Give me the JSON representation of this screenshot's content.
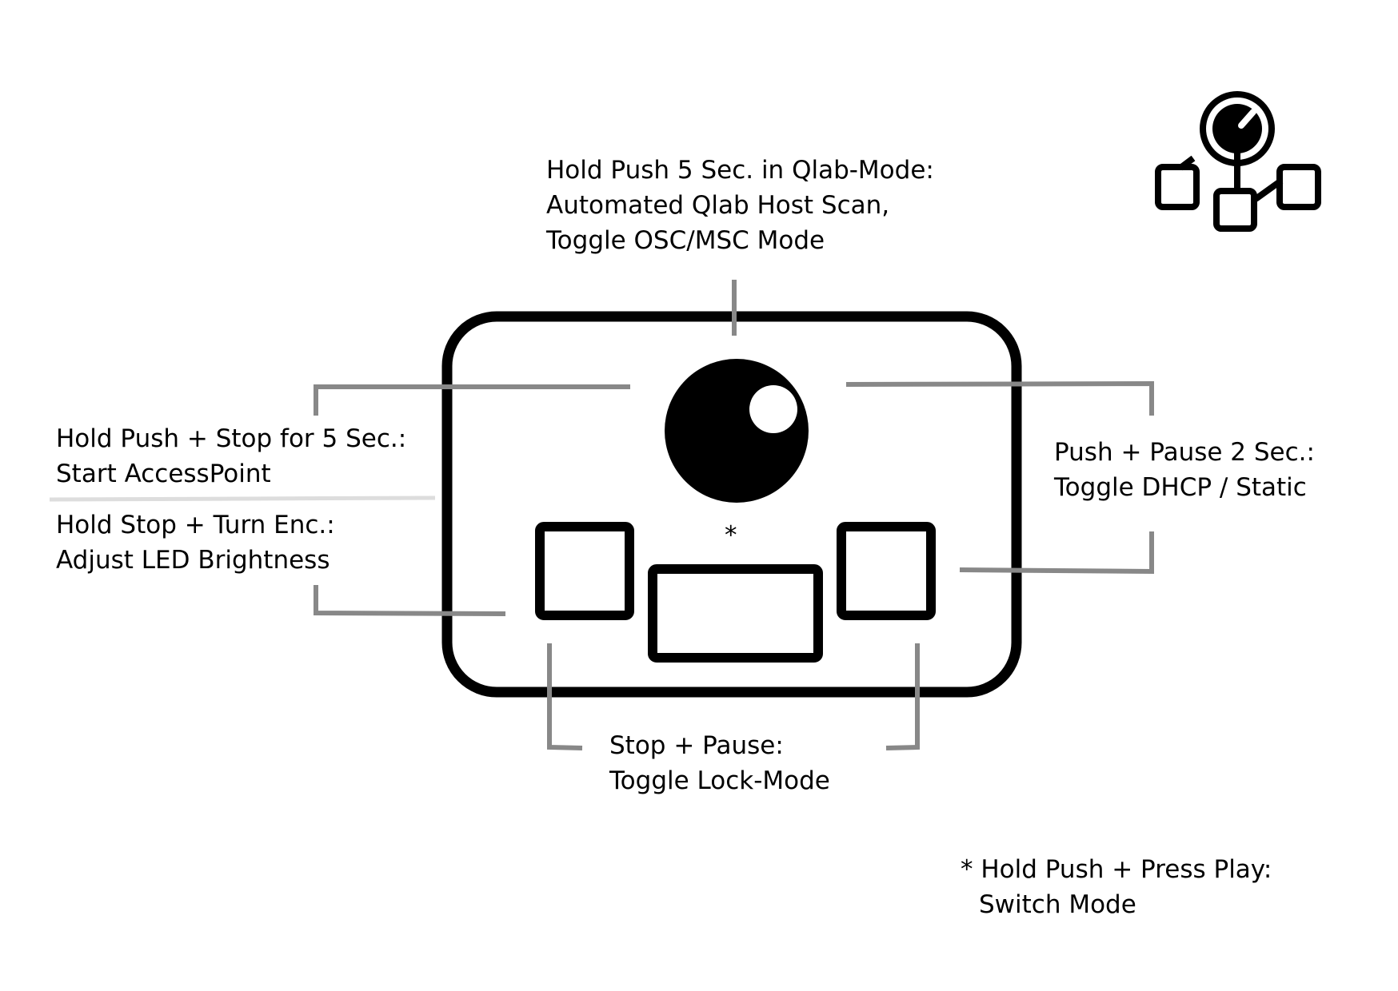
{
  "labels": {
    "top": [
      "Hold Push 5 Sec. in Qlab-Mode:",
      "Automated Qlab Host Scan,",
      "Toggle OSC/MSC Mode"
    ],
    "left_a": [
      "Hold Push + Stop for 5 Sec.:",
      "Start AccessPoint"
    ],
    "left_b": [
      "Hold Stop + Turn Enc.:",
      "Adjust LED Brightness"
    ],
    "right": [
      "Push + Pause 2 Sec.:",
      "Toggle DHCP / Static"
    ],
    "bottom": [
      "Stop + Pause:",
      "Toggle Lock-Mode"
    ],
    "footnote": [
      "* Hold Push + Press Play:",
      "Switch Mode"
    ],
    "asterisk": "*"
  },
  "icons": {
    "logo": "network-knob-icon",
    "encoder": "rotary-encoder-knob",
    "buttons": [
      "stop-button",
      "play-button",
      "pause-button"
    ]
  },
  "colors": {
    "outline": "#000000",
    "callout_line": "#888888",
    "divider": "#dddddd",
    "background": "#ffffff"
  }
}
